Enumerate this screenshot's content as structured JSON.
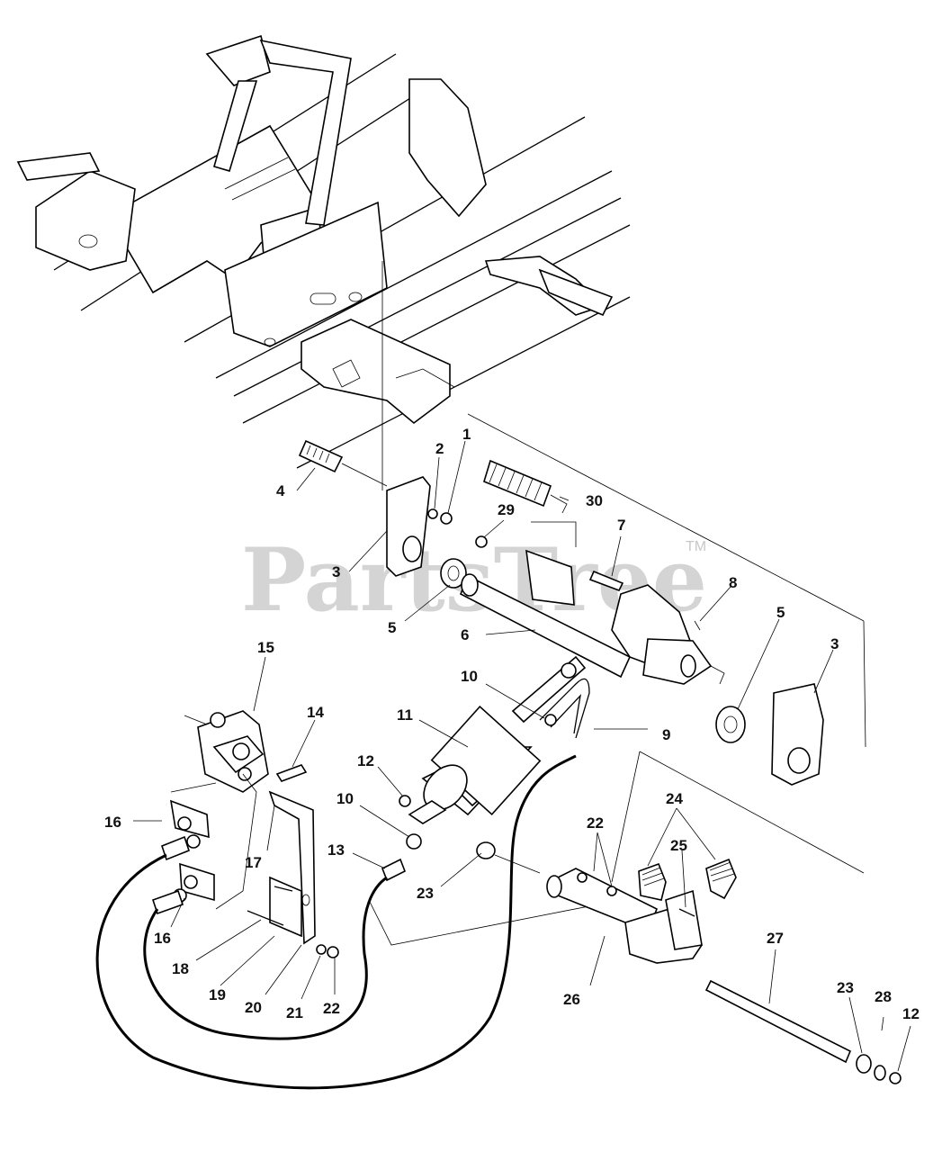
{
  "watermark": {
    "text": "PartsTree",
    "tm": "TM"
  },
  "callouts": [
    {
      "id": "c1",
      "text": "1"
    },
    {
      "id": "c2",
      "text": "2"
    },
    {
      "id": "c3a",
      "text": "3"
    },
    {
      "id": "c3b",
      "text": "3"
    },
    {
      "id": "c4",
      "text": "4"
    },
    {
      "id": "c5a",
      "text": "5"
    },
    {
      "id": "c5b",
      "text": "5"
    },
    {
      "id": "c6",
      "text": "6"
    },
    {
      "id": "c7",
      "text": "7"
    },
    {
      "id": "c8",
      "text": "8"
    },
    {
      "id": "c9",
      "text": "9"
    },
    {
      "id": "c10a",
      "text": "10"
    },
    {
      "id": "c10b",
      "text": "10"
    },
    {
      "id": "c11",
      "text": "11"
    },
    {
      "id": "c12a",
      "text": "12"
    },
    {
      "id": "c12b",
      "text": "12"
    },
    {
      "id": "c13",
      "text": "13"
    },
    {
      "id": "c14",
      "text": "14"
    },
    {
      "id": "c15",
      "text": "15"
    },
    {
      "id": "c16a",
      "text": "16"
    },
    {
      "id": "c16b",
      "text": "16"
    },
    {
      "id": "c17",
      "text": "17"
    },
    {
      "id": "c18",
      "text": "18"
    },
    {
      "id": "c19",
      "text": "19"
    },
    {
      "id": "c20",
      "text": "20"
    },
    {
      "id": "c21",
      "text": "21"
    },
    {
      "id": "c22a",
      "text": "22"
    },
    {
      "id": "c22b",
      "text": "22"
    },
    {
      "id": "c23a",
      "text": "23"
    },
    {
      "id": "c23b",
      "text": "23"
    },
    {
      "id": "c24",
      "text": "24"
    },
    {
      "id": "c25",
      "text": "25"
    },
    {
      "id": "c26",
      "text": "26"
    },
    {
      "id": "c27",
      "text": "27"
    },
    {
      "id": "c28",
      "text": "28"
    },
    {
      "id": "c29",
      "text": "29"
    },
    {
      "id": "c30",
      "text": "30"
    }
  ]
}
